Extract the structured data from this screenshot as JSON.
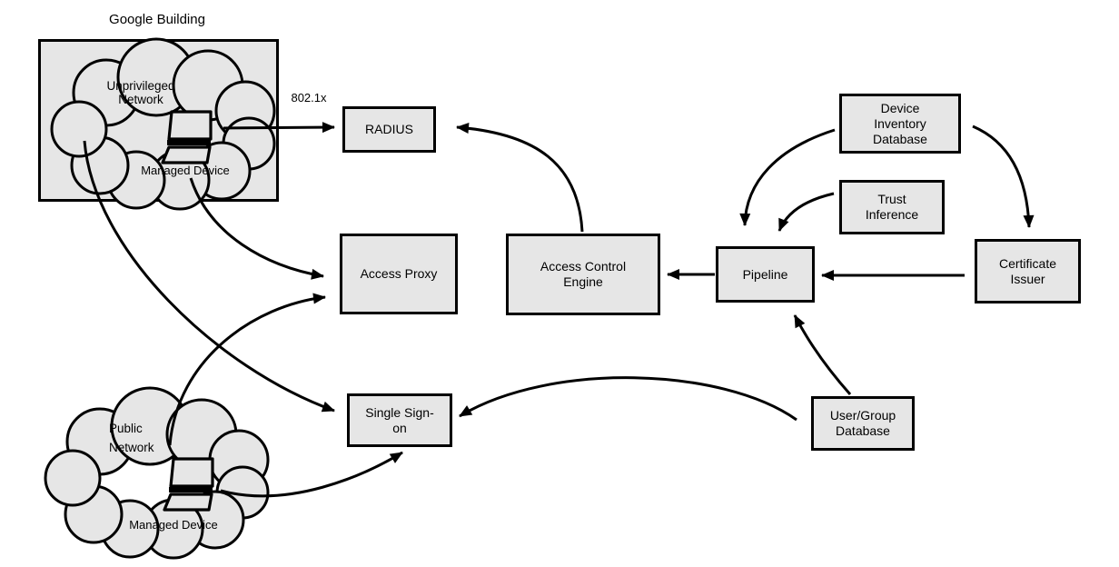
{
  "building": {
    "label": "Google Building"
  },
  "clouds": {
    "unprivileged": {
      "label": "Unprivileged Network",
      "device": "Managed Device"
    },
    "public": {
      "label": "Public Network",
      "device": "Managed Device"
    }
  },
  "boxes": {
    "radius": "RADIUS",
    "access_proxy": "Access Proxy",
    "access_control_engine": "Access Control Engine",
    "pipeline": "Pipeline",
    "device_inventory_db": "Device Inventory Database",
    "trust_inference": "Trust Inference",
    "certificate_issuer": "Certificate Issuer",
    "single_sign_on": "Single Sign-on",
    "user_group_db": "User/Group Database"
  },
  "edge_labels": {
    "dot1x": "802.1x"
  },
  "edges": [
    {
      "from": "Managed Device (Unprivileged Network)",
      "to": "RADIUS",
      "label": "802.1x"
    },
    {
      "from": "Access Control Engine",
      "to": "RADIUS"
    },
    {
      "from": "Managed Device (Unprivileged Network)",
      "to": "Access Proxy"
    },
    {
      "from": "Managed Device (Unprivileged Network)",
      "to": "Single Sign-on"
    },
    {
      "from": "Managed Device (Public Network)",
      "to": "Access Proxy"
    },
    {
      "from": "Managed Device (Public Network)",
      "to": "Single Sign-on"
    },
    {
      "from": "Access Control Engine",
      "to": "Access Proxy"
    },
    {
      "from": "Pipeline",
      "to": "Access Control Engine"
    },
    {
      "from": "Certificate Issuer",
      "to": "Pipeline"
    },
    {
      "from": "Device Inventory Database",
      "to": "Pipeline"
    },
    {
      "from": "Device Inventory Database",
      "to": "Certificate Issuer"
    },
    {
      "from": "Trust Inference",
      "to": "Pipeline"
    },
    {
      "from": "User/Group Database",
      "to": "Pipeline"
    },
    {
      "from": "User/Group Database",
      "to": "Single Sign-on"
    }
  ],
  "colors": {
    "node_fill": "#e6e6e6",
    "stroke": "#000000",
    "canvas": "#ffffff"
  }
}
